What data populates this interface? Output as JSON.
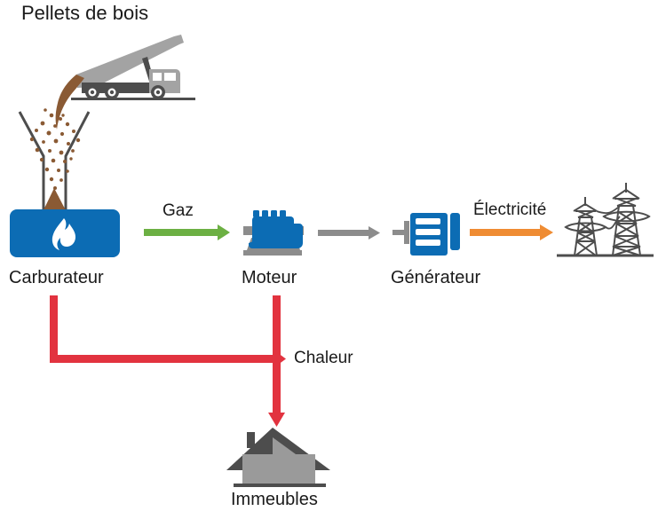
{
  "diagram": {
    "title": "Pellets de bois",
    "nodes": [
      {
        "key": "carburateur",
        "label": "Carburateur",
        "icon": "flame-icon",
        "color": "#0c6cb4"
      },
      {
        "key": "moteur",
        "label": "Moteur",
        "icon": "engine-icon",
        "color": "#0c6cb4"
      },
      {
        "key": "generateur",
        "label": "Générateur",
        "icon": "generator-icon",
        "color": "#0c6cb4"
      },
      {
        "key": "immeubles",
        "label": "Immeubles",
        "icon": "building-icon",
        "color": "#9a9a9a"
      },
      {
        "key": "pylones",
        "label": "",
        "icon": "power-pylon-icon",
        "color": "#4d4d4d"
      },
      {
        "key": "camion",
        "label": "",
        "icon": "dump-truck-icon",
        "color": "#a3a3a3"
      }
    ],
    "flows": [
      {
        "key": "gaz",
        "label": "Gaz",
        "color": "#6cb043",
        "from": "carburateur",
        "to": "moteur"
      },
      {
        "key": "arbre",
        "label": "",
        "color": "#8c8c8c",
        "from": "moteur",
        "to": "generateur"
      },
      {
        "key": "electricite",
        "label": "Électricité",
        "color": "#ef8c33",
        "from": "generateur",
        "to": "pylones"
      },
      {
        "key": "chaleur",
        "label": "Chaleur",
        "color": "#e2333f",
        "from": "carburateur",
        "to": "immeubles"
      }
    ],
    "colors": {
      "blue": "#0c6cb4",
      "green": "#6cb043",
      "gray": "#8c8c8c",
      "orange": "#ef8c33",
      "red": "#e2333f",
      "brown": "#8a5a34",
      "dark_gray": "#4d4d4d",
      "light_gray": "#a3a3a3",
      "text": "#1a1a1a",
      "background": "#ffffff"
    }
  }
}
